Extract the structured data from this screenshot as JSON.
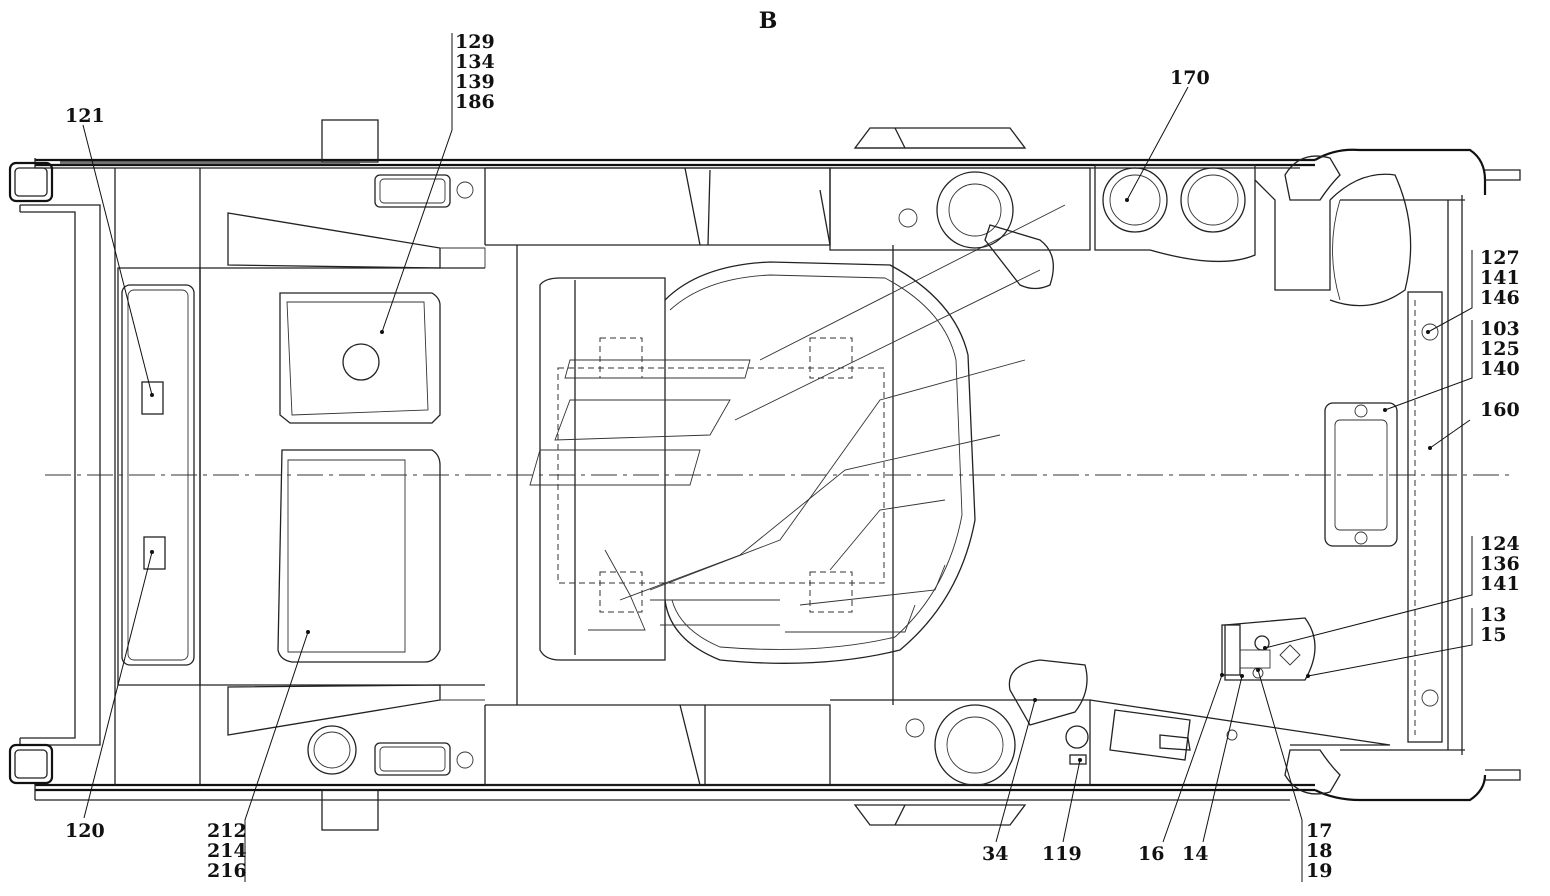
{
  "view_title": "В",
  "callouts": {
    "c121": "121",
    "c129_group": [
      "129",
      "134",
      "139",
      "186"
    ],
    "c170": "170",
    "c127_group": [
      "127",
      "141",
      "146"
    ],
    "c103_group": [
      "103",
      "125",
      "140"
    ],
    "c160": "160",
    "c124_group": [
      "124",
      "136",
      "141"
    ],
    "c13_group": [
      "13",
      "15"
    ],
    "c120": "120",
    "c212_group": [
      "212",
      "214",
      "216"
    ],
    "c34": "34",
    "c119": "119",
    "c16": "16",
    "c14": "14",
    "c17_group": [
      "17",
      "18",
      "19"
    ]
  }
}
